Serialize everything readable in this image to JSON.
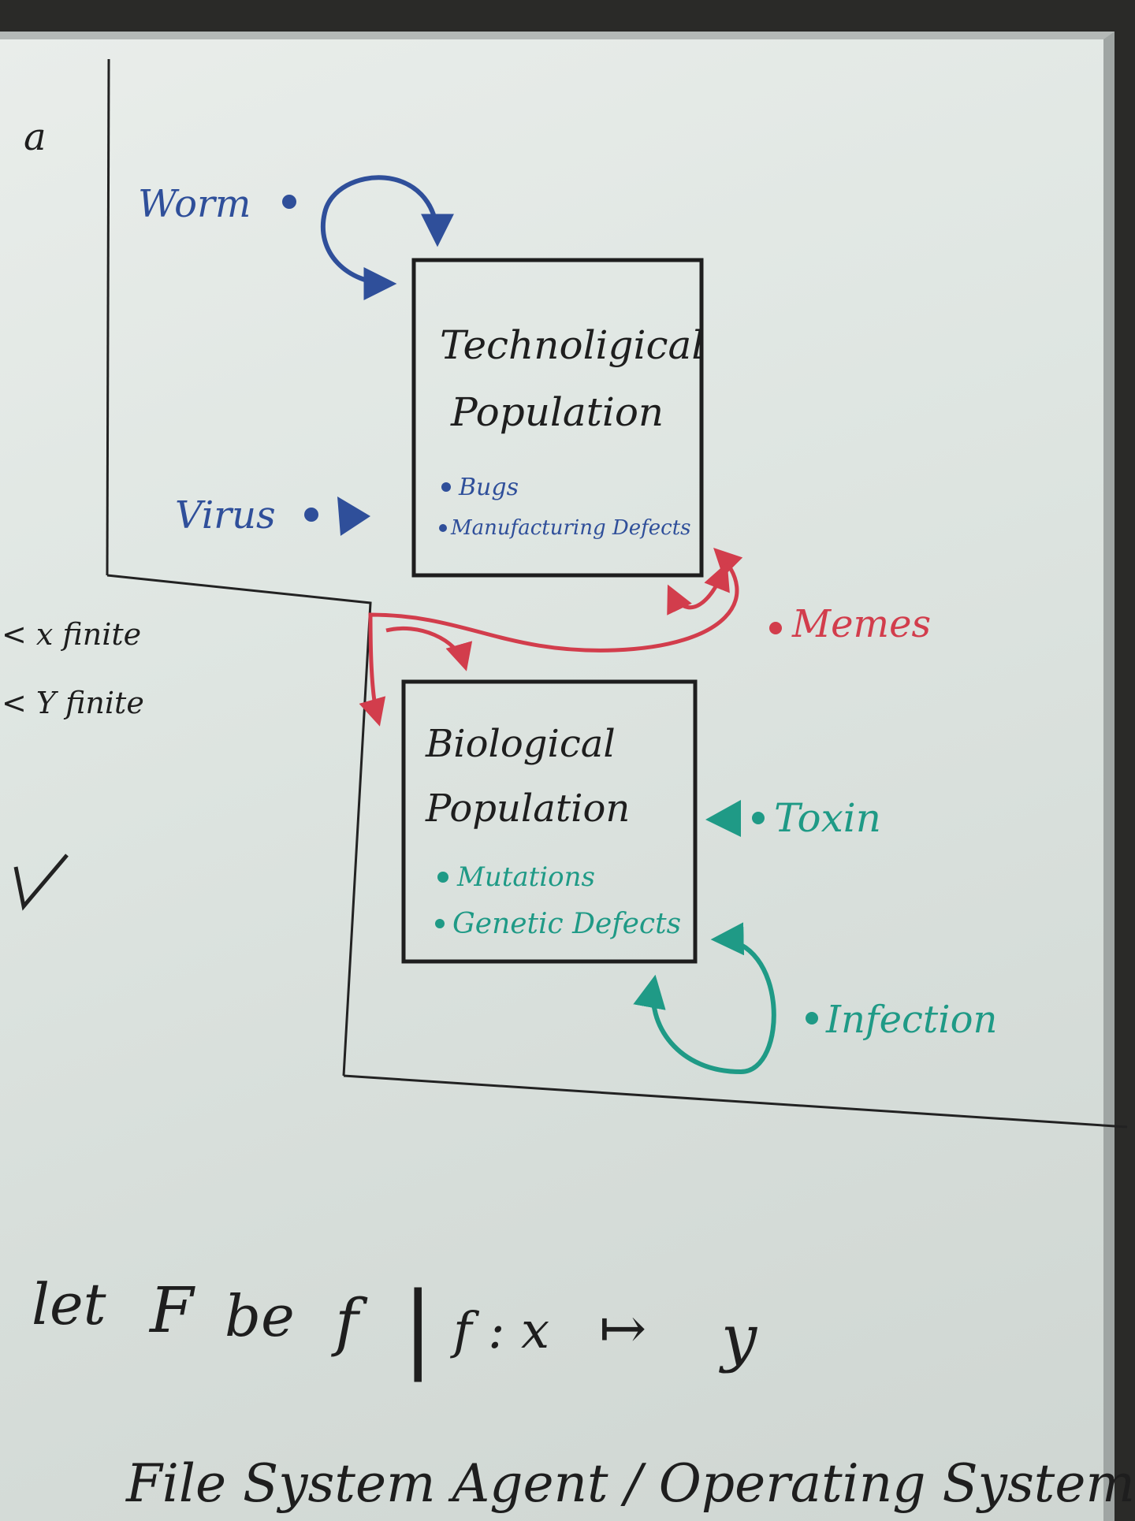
{
  "nodes": {
    "tech": {
      "title_line1": "Technoligical",
      "title_line2": "Population",
      "bullets": [
        "Bugs",
        "Manufacturing Defects"
      ]
    },
    "bio": {
      "title_line1": "Biological",
      "title_line2": "Population",
      "bullets": [
        "Mutations",
        "Genetic Defects"
      ]
    }
  },
  "labels": {
    "worm": "Worm",
    "virus": "Virus",
    "memes": "Memes",
    "toxin": "Toxin",
    "infection": "Infection"
  },
  "left_notes": {
    "top": "a",
    "line1": "< x finite",
    "line2": "< Y finite"
  },
  "bottom_notes": {
    "line1_parts": [
      "let",
      "F",
      "be",
      "f",
      "|",
      "f : x",
      "↦",
      "y"
    ],
    "line2": "File System Agent / Operating System Agent"
  },
  "colors": {
    "blue": "#2f4f9a",
    "red": "#d23d4c",
    "teal": "#1f9a86",
    "black": "#1e1e1e"
  }
}
